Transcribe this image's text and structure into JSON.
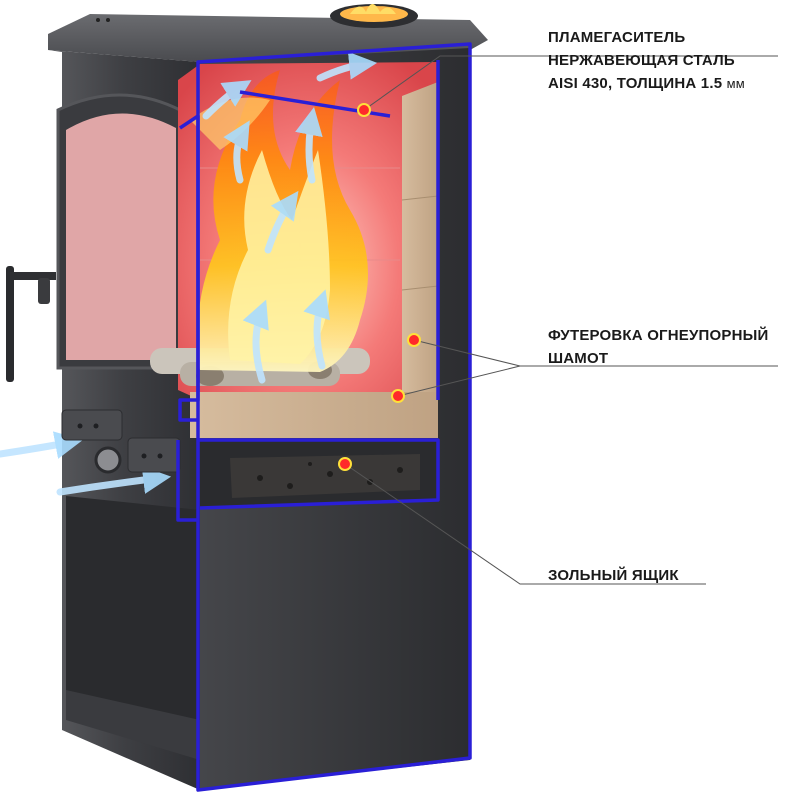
{
  "callouts": {
    "flame_deflector": {
      "title": "ПЛАМЕГАСИТЕЛЬ",
      "line2": "НЕРЖАВЕЮЩАЯ СТАЛЬ",
      "line3": "AISI 430, ТОЛЩИНА 1.5",
      "unit": "мм"
    },
    "lining": {
      "line1": "ФУТЕРОВКА ОГНЕУПОРНЫЙ",
      "line2": "ШАМОТ"
    },
    "ash_box": {
      "line1": "ЗОЛЬНЫЙ ЯЩИК"
    }
  },
  "colors": {
    "stove_body": "#3c3d40",
    "stove_dark": "#26272a",
    "cutaway_outline": "#2a1fd6",
    "firebox_glow": "#f06a6a",
    "fireclay": "#cdb294",
    "flame": "#ffb21e",
    "air_flow": "#bfe4ff",
    "marker": "#ff2a2a",
    "leader_line": "#555555"
  }
}
